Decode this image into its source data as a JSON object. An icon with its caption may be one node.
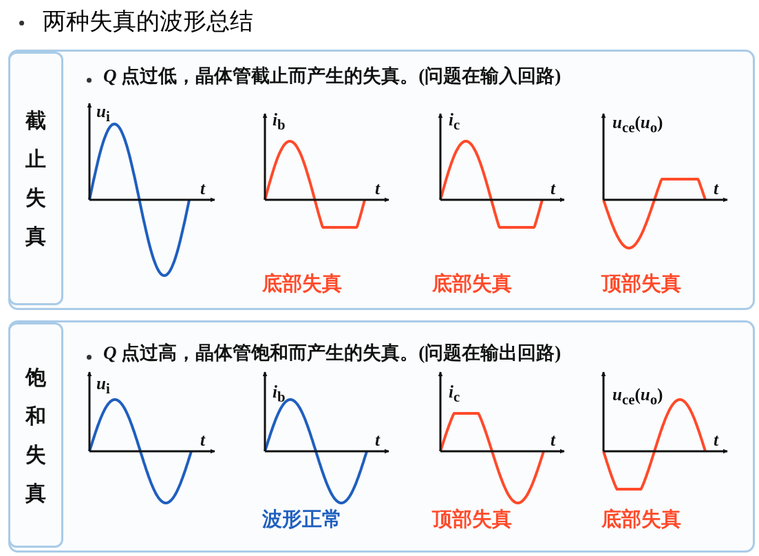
{
  "diagram": {
    "title": "两种失真的波形总结",
    "nodes": [
      {
        "text": [
          "*Q* 点过低，晶体管截止而产生的失真。(问题在输入回路)"
        ]
      },
      {
        "text": [
          "截止失真"
        ],
        "in": 0
      },
      {
        "text": [
          "*Q* 点过高，晶体管饱和而产生的失真。(问题在输出回路)"
        ]
      },
      {
        "text": [
          "饱和失真"
        ],
        "in": 2
      }
    ],
    "labels": [
      "*u*$_{i}$",
      "*t*",
      "*i*$_{b}$",
      "*t*",
      "*i*$_{c}$",
      "*t*",
      "*u*$_{ce}$(*u*$_{o}$)",
      "*t*",
      "底部失真",
      "底部失真",
      "顶部失真",
      "*u*$_{i}$",
      "*t*",
      "*i*$_{b}$",
      "*t*",
      "*i*$_{c}$",
      "*t*",
      "*u*$_{ce}$(*u*$_{o}$)",
      "*t*",
      "波形正常",
      "顶部失真",
      "底部失真"
    ]
  }
}
